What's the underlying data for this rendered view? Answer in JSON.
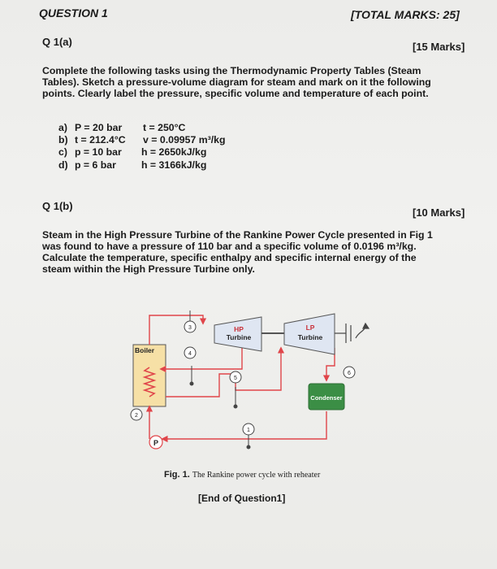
{
  "header": {
    "question": "QUESTION 1",
    "total_marks": "[TOTAL MARKS: 25]"
  },
  "q1a": {
    "label": "Q 1(a)",
    "marks": "[15 Marks]",
    "lines": [
      "Complete the following tasks using the Thermodynamic Property Tables (Steam",
      "Tables). Sketch a pressure-volume diagram for steam and mark on it the following",
      "points. Clearly label the pressure, specific volume and temperature of each point."
    ],
    "items": [
      {
        "letter": "a)",
        "first": "P = 20 bar",
        "second": "t = 250°C"
      },
      {
        "letter": "b)",
        "first": "t = 212.4°C",
        "second": "v = 0.09957 m³/kg"
      },
      {
        "letter": "c)",
        "first": "p = 10 bar",
        "second": "h = 2650kJ/kg"
      },
      {
        "letter": "d)",
        "first": "p = 6 bar",
        "second": "h = 3166kJ/kg"
      }
    ]
  },
  "q1b": {
    "label": "Q 1(b)",
    "marks": "[10 Marks]",
    "lines": [
      "Steam in the High Pressure Turbine of the Rankine Power Cycle presented in Fig 1",
      "was found to have a pressure of 110 bar and a specific volume of 0.0196 m³/kg.",
      "Calculate the temperature, specific enthalpy and specific internal energy of the",
      "steam within the High Pressure Turbine only."
    ]
  },
  "figure": {
    "boiler": "Boiler",
    "hp_turbine": [
      "HP",
      "Turbine"
    ],
    "lp_turbine": [
      "LP",
      "Turbine"
    ],
    "condenser": "Condenser",
    "pump": "P",
    "states": [
      "1",
      "2",
      "3",
      "4",
      "5",
      "6"
    ],
    "caption_bold": "Fig. 1.",
    "caption_rest": "The Rankine power cycle with reheater",
    "colors": {
      "pipe": "#e0454a",
      "boiler_fill": "#f6e0a6",
      "turbine_fill": "#dfe6f2",
      "condenser_fill": "#3b8e45"
    }
  },
  "end_text": "[End of Question1]"
}
